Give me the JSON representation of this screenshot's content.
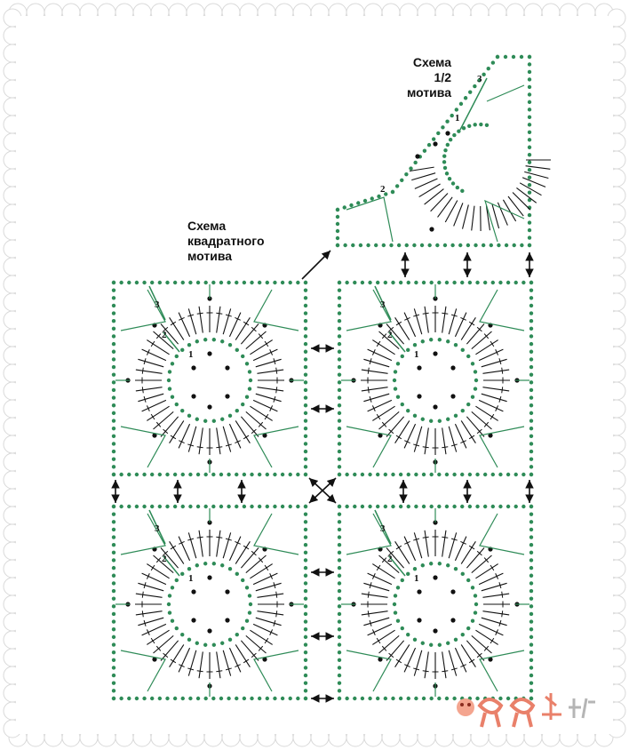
{
  "labels": {
    "half_motif": [
      "Схема",
      "1/2 мотива"
    ],
    "square_motif": [
      "Схема",
      "квадратного",
      "мотива"
    ]
  },
  "row_numbers": [
    "1",
    "2",
    "3"
  ],
  "colors": {
    "green": "#2e8b57",
    "black": "#111111",
    "frame_shadow": "#d9d9d9",
    "watermark": "#e9806a"
  },
  "motif_grid": {
    "rows": 2,
    "cols": 2
  },
  "icons": [
    "connect-arrow-icon",
    "watermark-logo"
  ]
}
